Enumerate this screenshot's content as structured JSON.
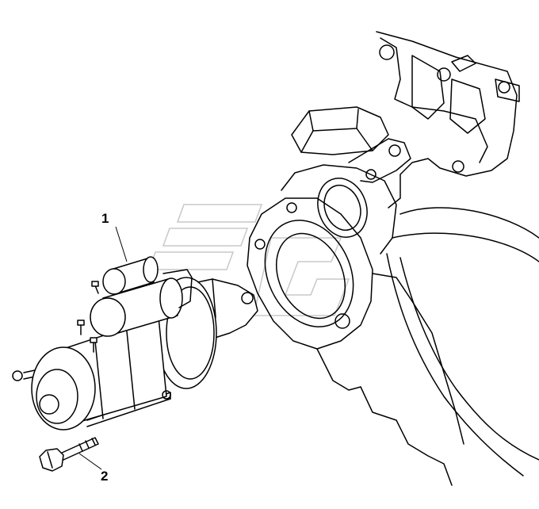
{
  "callouts": [
    {
      "label": "1",
      "part": "starter-motor"
    },
    {
      "label": "2",
      "part": "mounting-bolt"
    }
  ],
  "colors": {
    "line": "#000000",
    "background": "#ffffff",
    "watermark": "#c8c8c8"
  }
}
